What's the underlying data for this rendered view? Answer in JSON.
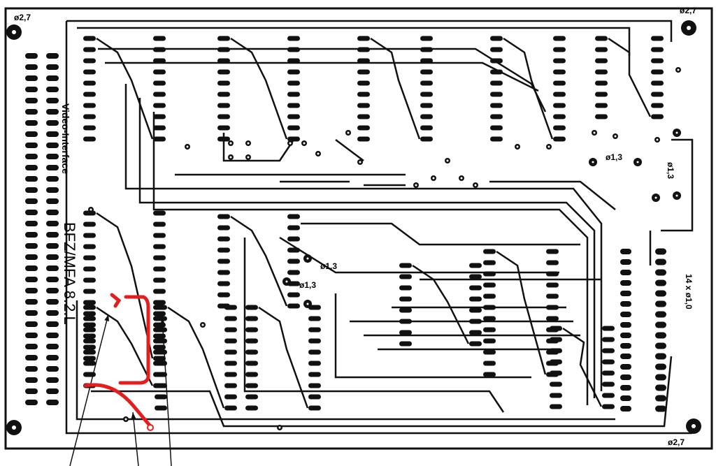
{
  "board": {
    "title": "BFZ/MFA 8.2.L",
    "subtitle": "Video-Interface",
    "colors": {
      "trace": "#111111",
      "background": "#ffffff",
      "modification_wire": "#e41e1e"
    }
  },
  "labels": {
    "hole_top_left": "ø2,7",
    "hole_top_right": "ø2,7",
    "hole_bottom_right": "ø2,7",
    "hole_1": "ø1,3",
    "hole_2": "ø1,3",
    "hole_3": "ø1,3",
    "hole_4": "ø1,3",
    "connector_holes": "14 x ø1,0"
  }
}
